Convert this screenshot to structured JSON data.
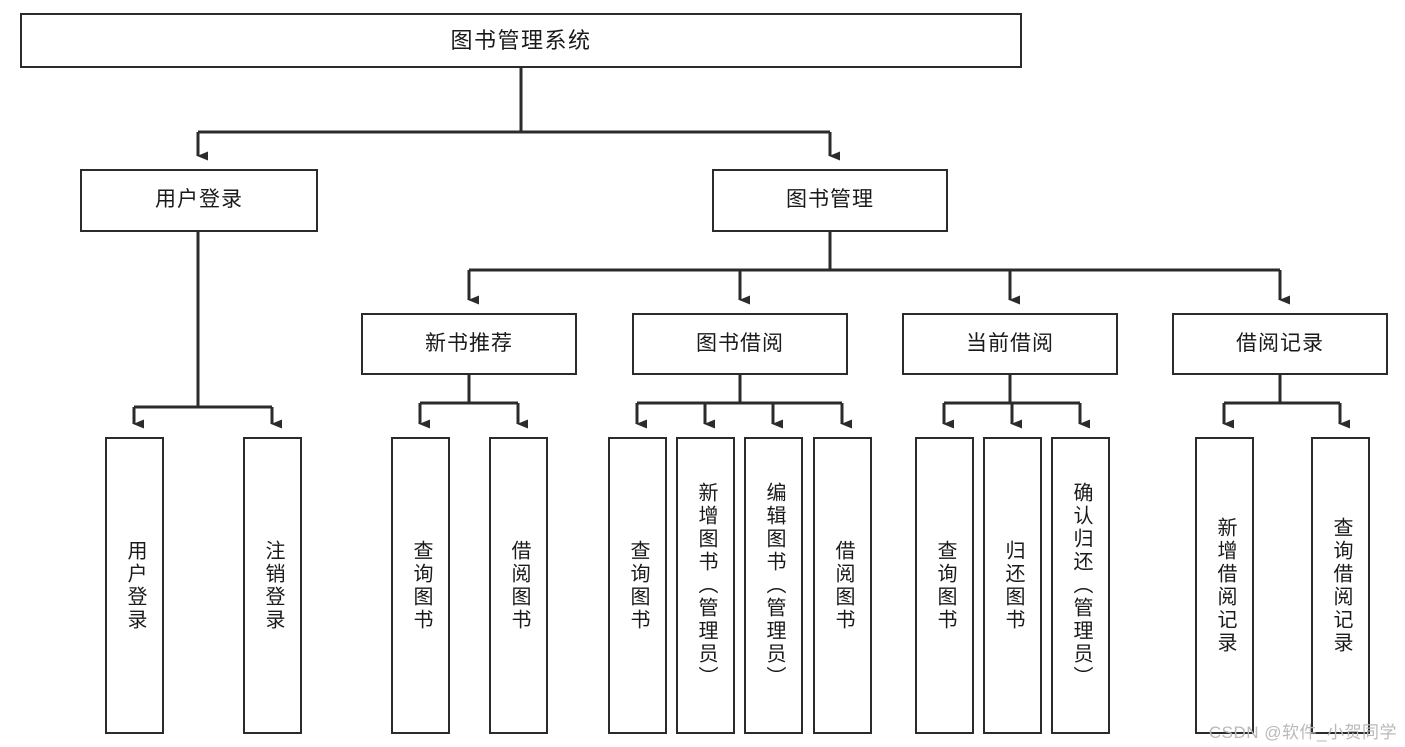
{
  "diagram": {
    "title": "图书管理系统",
    "type": "function-structure-tree",
    "watermark": "CSDN @软件_小贺同学",
    "colors": {
      "border": "#2b2b2b",
      "background": "#ffffff",
      "text": "#1a1a1a",
      "connector": "#2b2b2b",
      "watermark": "#b9b9b9"
    },
    "root": {
      "label": "图书管理系统"
    },
    "level2": [
      {
        "id": "user-login",
        "label": "用户登录"
      },
      {
        "id": "book-manage",
        "label": "图书管理"
      }
    ],
    "level3": [
      {
        "id": "new-book-recommend",
        "label": "新书推荐"
      },
      {
        "id": "book-borrow",
        "label": "图书借阅"
      },
      {
        "id": "current-borrow",
        "label": "当前借阅"
      },
      {
        "id": "borrow-record",
        "label": "借阅记录"
      }
    ],
    "leaves": {
      "user-login": [
        {
          "id": "leaf-user-login",
          "label": "用户登录"
        },
        {
          "id": "leaf-logout-login",
          "label": "注销登录"
        }
      ],
      "new-book-recommend": [
        {
          "id": "leaf-query-book-1",
          "label": "查询图书"
        },
        {
          "id": "leaf-borrow-book-1",
          "label": "借阅图书"
        }
      ],
      "book-borrow": [
        {
          "id": "leaf-query-book-2",
          "label": "查询图书"
        },
        {
          "id": "leaf-add-book",
          "label": "新增图书（管理员）"
        },
        {
          "id": "leaf-edit-book",
          "label": "编辑图书（管理员）"
        },
        {
          "id": "leaf-borrow-book-2",
          "label": "借阅图书"
        }
      ],
      "current-borrow": [
        {
          "id": "leaf-query-book-3",
          "label": "查询图书"
        },
        {
          "id": "leaf-return-book",
          "label": "归还图书"
        },
        {
          "id": "leaf-confirm-return",
          "label": "确认归还（管理员）"
        }
      ],
      "borrow-record": [
        {
          "id": "leaf-add-record",
          "label": "新增借阅记录"
        },
        {
          "id": "leaf-query-record",
          "label": "查询借阅记录"
        }
      ]
    }
  }
}
